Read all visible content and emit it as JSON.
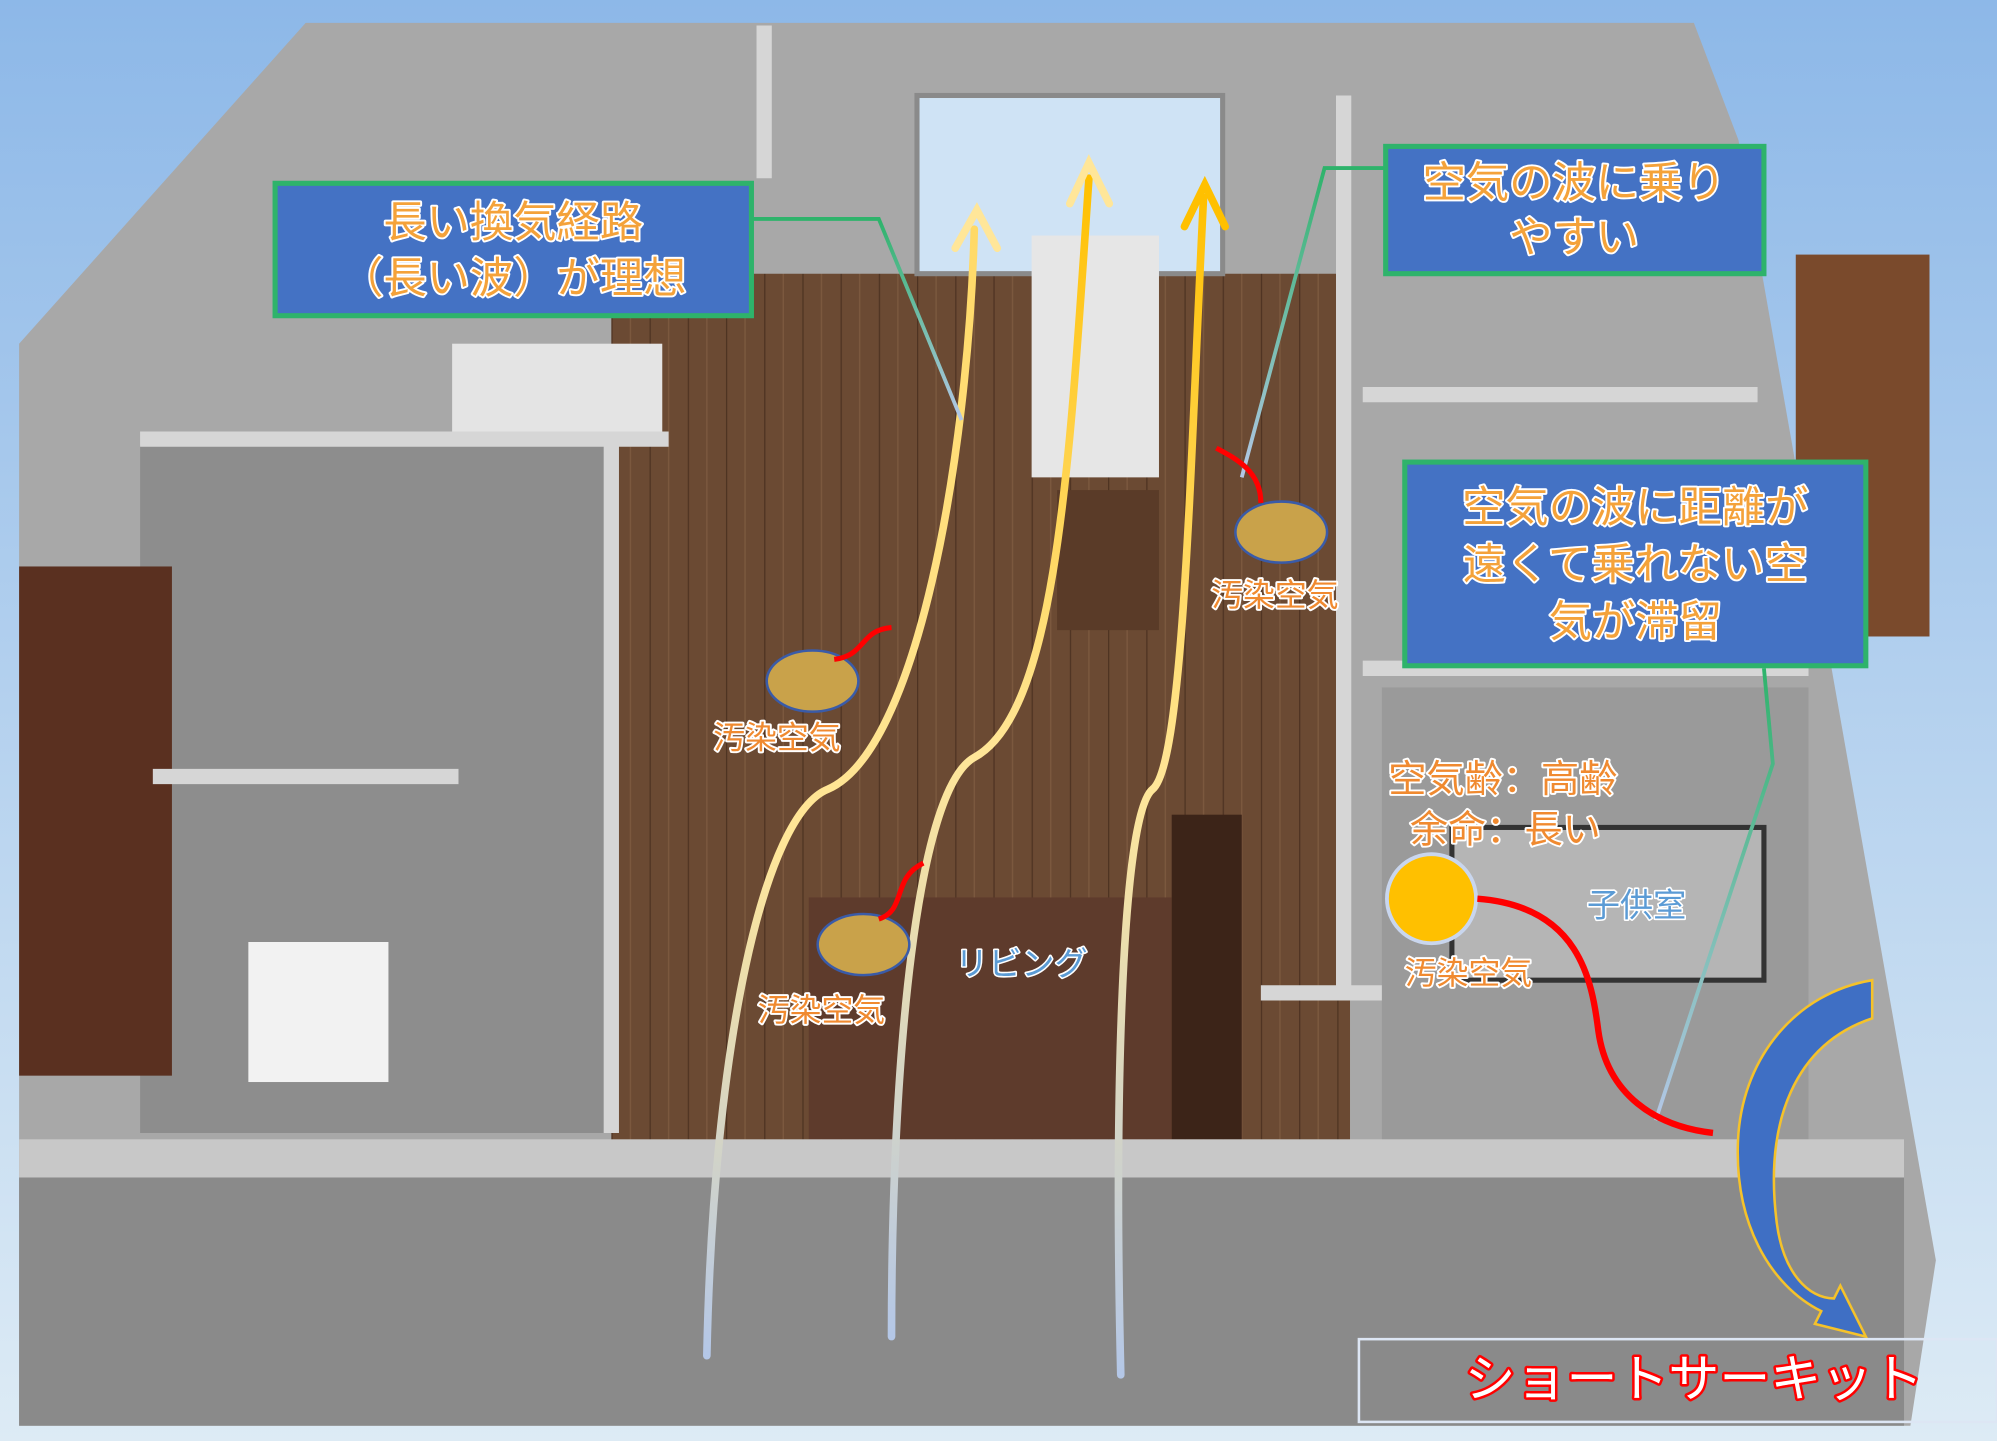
{
  "callouts": {
    "long_path": {
      "line1": "長い換気経路",
      "line2": "（長い波）が理想"
    },
    "ride_wave": {
      "line1": "空気の波に乗り",
      "line2": "やすい"
    },
    "stagnant": {
      "line1": "空気の波に距離が",
      "line2": "遠くて乗れない空",
      "line3": "気が滞留"
    }
  },
  "labels": {
    "polluted_air": "汚染空気",
    "living": "リビング",
    "kids_room": "子供室",
    "air_age": "空気齢：高齢",
    "life_expectancy": "余命：長い",
    "short_circuit": "ショートサーキット"
  },
  "colors": {
    "callout_fill": "#4472C4",
    "callout_border": "#2EB36B",
    "polluted_spot": "#C9A24A",
    "stagnant_spot": "#FFC000",
    "red_arrow": "#FF0000",
    "short_circuit_arrow": "#3F6FC4"
  }
}
